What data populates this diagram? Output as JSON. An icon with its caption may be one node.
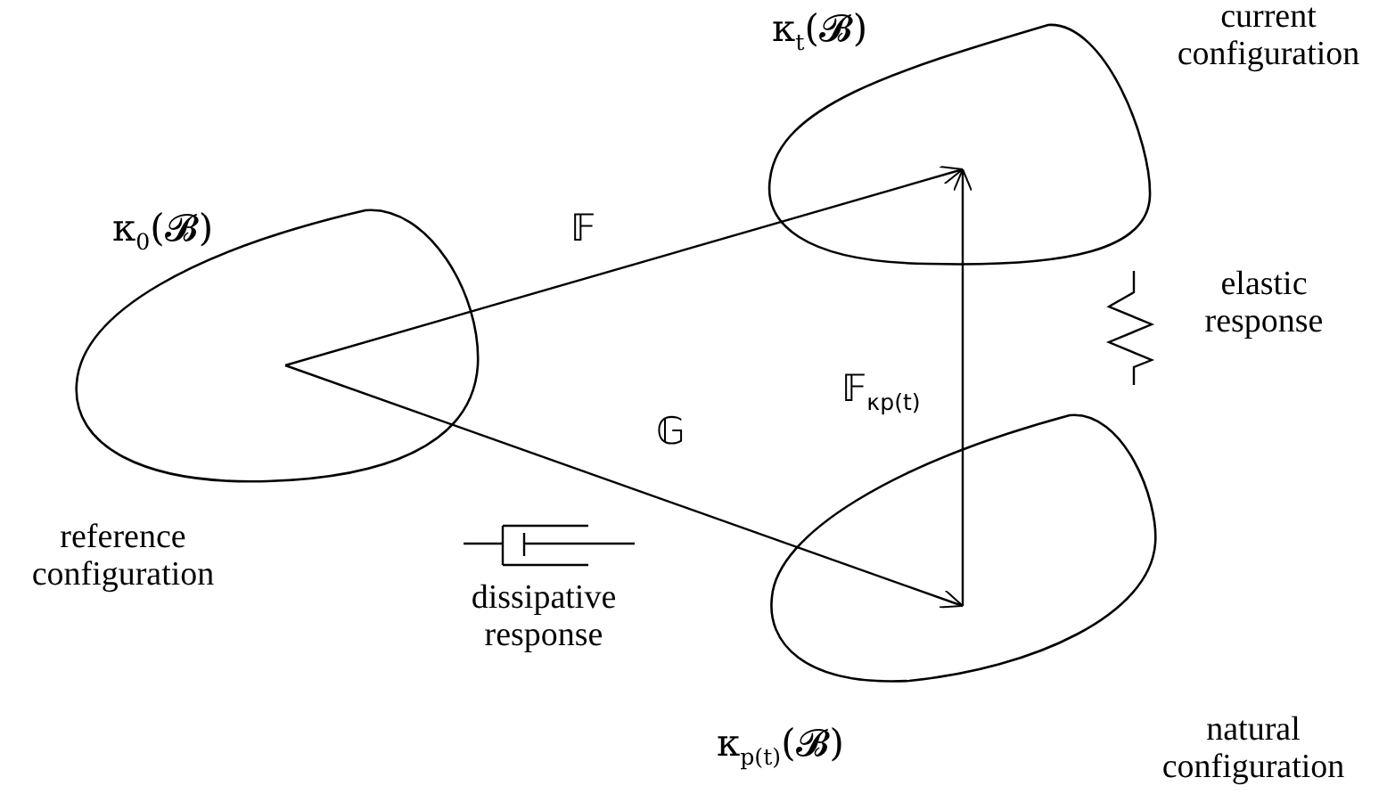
{
  "diagram": {
    "nodes": [
      {
        "text": [
          "κ$_{0}$(𝓑)"
        ],
        "beside": [
          "reference configuration"
        ]
      },
      {
        "text": [
          "κ$_{t}$(𝓑)"
        ],
        "beside": [
          "current configuration"
        ]
      },
      {
        "text": [
          "κ$_{p(t)}$(𝓑)"
        ],
        "beside": [
          "natural configuration"
        ]
      }
    ],
    "edges": [
      {
        "from": 0,
        "to": 1,
        "arrow": "to",
        "label": "𝔽"
      },
      {
        "from": 0,
        "to": 2,
        "arrow": "to",
        "label": "𝔾"
      },
      {
        "from": 2,
        "to": 1,
        "arrow": "to",
        "label": "𝔽$_{κ}$$_{p(t)}$"
      }
    ],
    "labels": [
      "elastic response",
      "dissipative response"
    ]
  }
}
